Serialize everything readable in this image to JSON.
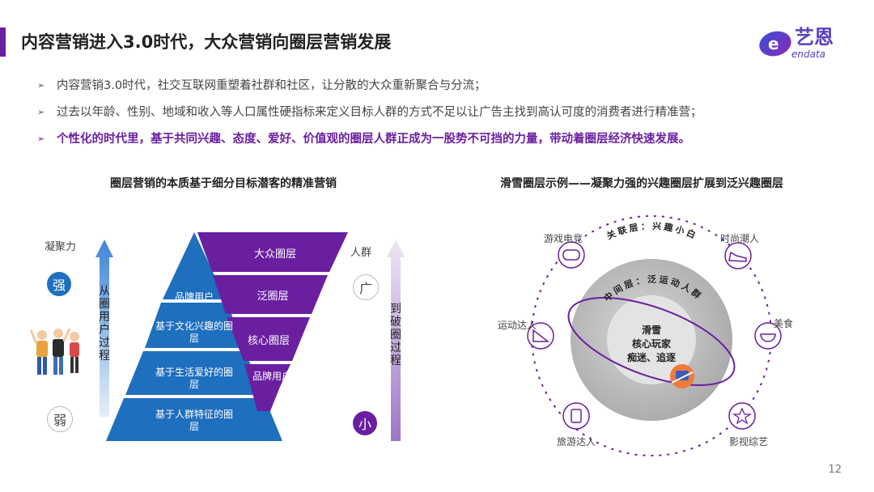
{
  "header": {
    "title": "内容营销进入3.0时代，大众营销向圈层营销发展",
    "logo_cn": "艺恩",
    "logo_en": "endata"
  },
  "bullets": [
    {
      "text": "内容营销3.0时代，社交互联网重塑着社群和社区，让分散的大众重新聚合与分流；"
    },
    {
      "text": "过去以年龄、性别、地域和收入等人口属性硬指标来定义目标人群的方式不足以让广告主找到高认可度的消费者进行精准营；"
    },
    {
      "text": "个性化的时代里，基于共同兴趣、态度、爱好、价值观的圈层人群正成为一股势不可挡的力量，带动着圈层经济快速发展。"
    }
  ],
  "left_diagram": {
    "title": "圈层营销的本质基于细分目标潜客的精准营销",
    "cohesion_label": "凝聚力",
    "strong": "强",
    "weak": "弱",
    "left_arrow_text": "从圈用户过程",
    "crowd_label": "人群",
    "wide": "广",
    "small": "小",
    "right_arrow_text": "到破圈过程",
    "pyramid": [
      "品牌用户",
      "基于文化兴趣的圈层",
      "基于生活爱好的圈层",
      "基于人群特征的圈层"
    ],
    "inverted": [
      "大众圈层",
      "泛圈层",
      "核心圈层",
      "品牌用户"
    ],
    "colors": {
      "blue": "#1f6fbf",
      "purple": "#6a1fa1"
    }
  },
  "right_diagram": {
    "title": "滑雪圈层示例——凝聚力强的兴趣圈层扩展到泛兴趣圈层",
    "outer_label": "关联层：兴趣小白",
    "middle_label": "中间层：泛运动人群",
    "core": [
      "滑雪",
      "核心玩家",
      "痴迷、追逐"
    ],
    "satellites": [
      {
        "label": "游戏电竞",
        "icon": "gamepad-icon"
      },
      {
        "label": "时尚潮人",
        "icon": "sneaker-icon"
      },
      {
        "label": "运动达人",
        "icon": "ski-slope-icon"
      },
      {
        "label": "美食",
        "icon": "bowl-icon"
      },
      {
        "label": "旅游达人",
        "icon": "luggage-icon"
      },
      {
        "label": "影视综艺",
        "icon": "star-icon"
      }
    ]
  },
  "page_number": "12"
}
